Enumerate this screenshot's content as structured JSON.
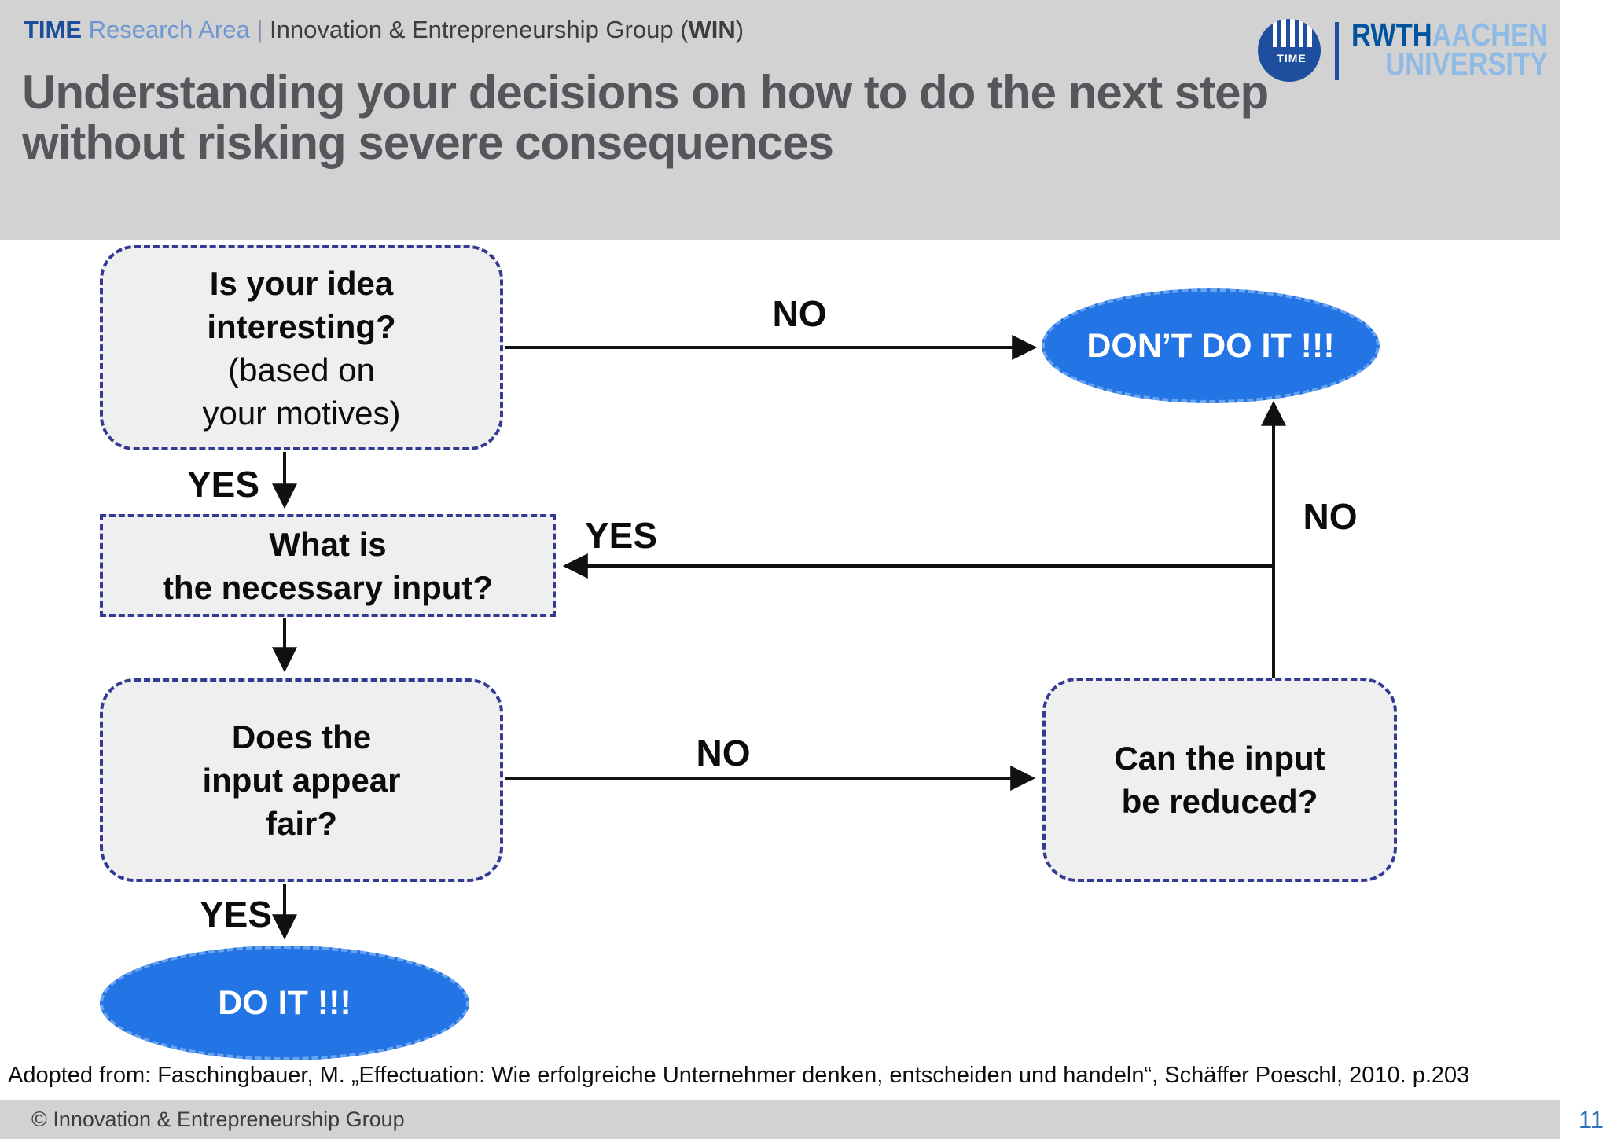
{
  "header": {
    "time": "TIME",
    "research_area": " Research Area ",
    "separator": "| ",
    "group_prefix": "Innovation & Entrepreneurship Group (",
    "group_win": "WIN",
    "group_suffix": ")"
  },
  "logo": {
    "time": "TIME",
    "rwth": "RWTH",
    "aachen": "AACHEN",
    "university": "UNIVERSITY"
  },
  "title": {
    "line1": "Understanding your decisions on how to do the next step",
    "line2": "without risking severe consequences"
  },
  "flowchart": {
    "box_idea": {
      "line1": "Is your idea",
      "line2": "interesting?",
      "line3": "(based on",
      "line4": "your motives)"
    },
    "box_input": {
      "line1": "What is",
      "line2": "the necessary input?"
    },
    "box_fair": {
      "line1": "Does the",
      "line2": "input appear",
      "line3": "fair?"
    },
    "box_reduce": {
      "line1": "Can the input",
      "line2": "be reduced?"
    },
    "ellipse_dont": {
      "label": "DON’T DO IT !!!"
    },
    "ellipse_do": {
      "label": "DO IT !!!"
    },
    "labels": {
      "no_idea": "NO",
      "yes_idea": "YES",
      "yes_return": "YES",
      "no_fair": "NO",
      "no_reduce": "NO",
      "yes_fair": "YES"
    }
  },
  "footer": {
    "citation": "Adopted from: Faschingbauer, M. „Effectuation: Wie erfolgreiche Unternehmer denken, entscheiden und handeln“, Schäffer Poeschl, 2010. p.203",
    "copyright": "© Innovation & Entrepreneurship Group",
    "page_number": "11"
  },
  "colors": {
    "header_gray": "#d2d2d3",
    "title_gray": "#54565b",
    "node_fill": "#f0efef",
    "node_border_navy": "#333a94",
    "accent_blue": "#2374e4",
    "rwth_blue": "#00549f",
    "rwth_light_blue": "#8ebae5",
    "page_number_blue": "#2c6fb7"
  }
}
